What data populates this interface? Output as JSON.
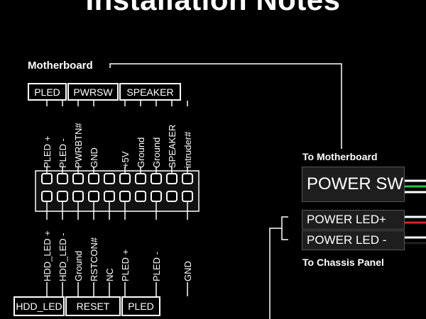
{
  "title": "Installation Notes",
  "motherboard_label": "Motherboard",
  "top_groups": [
    "PLED",
    "PWRSW",
    "SPEAKER"
  ],
  "top_pins": [
    "PLED +",
    "PLED -",
    "PWRBTN#",
    "GND",
    "+5V",
    "Ground",
    "Ground",
    "SPEAKER",
    "intruder#"
  ],
  "bottom_pins": [
    "HDD_LED +",
    "HDD_LED -",
    "Ground",
    "RSTCON#",
    "NC",
    "PLED +",
    "",
    "PLED -",
    "GND"
  ],
  "bottom_groups": [
    "HDD_LED",
    "RESET",
    "PLED"
  ],
  "to_motherboard": "To Motherboard",
  "connectors": {
    "power_sw": "POWER SW",
    "power_led_plus": "POWER LED+",
    "power_led_minus": "POWER LED -"
  },
  "to_chassis_panel": "To Chassis Panel",
  "wire_colors": {
    "power_sw": [
      "#ffffff",
      "#22cc44"
    ],
    "power_led_plus": [
      "#ffffff",
      "#dd2222"
    ],
    "power_led_minus": [
      "#ffffff",
      "#222222"
    ]
  }
}
